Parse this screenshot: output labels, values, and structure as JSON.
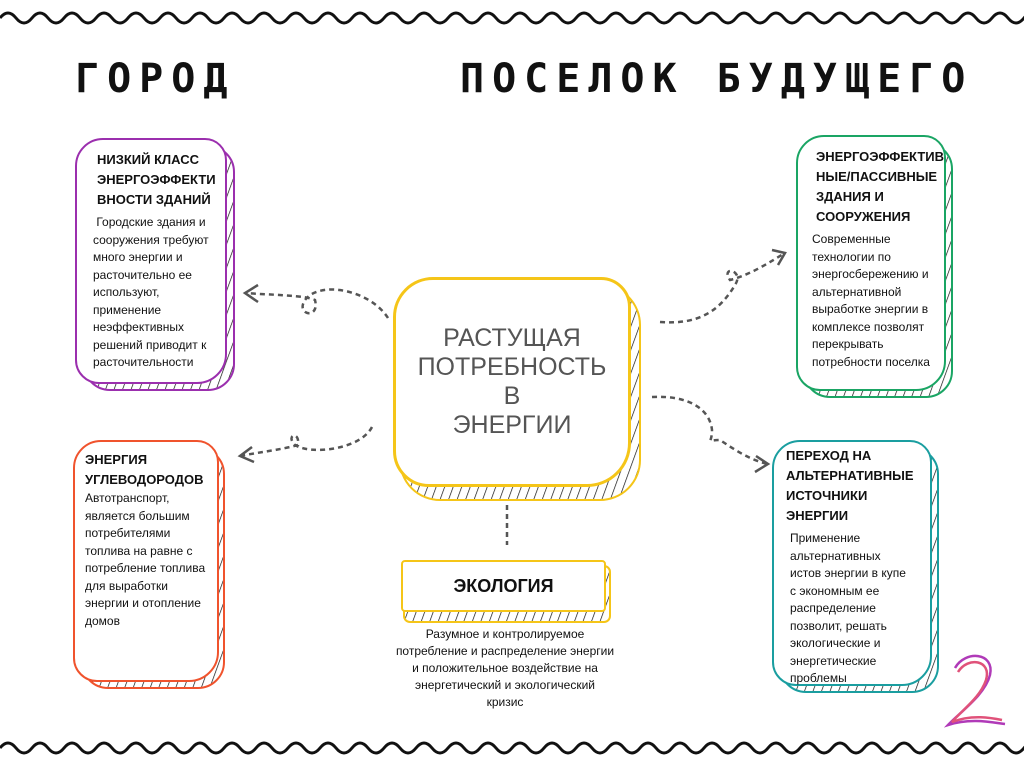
{
  "titles": {
    "left": "ГОРОД",
    "right": "ПОСЕЛОК БУДУЩЕГО"
  },
  "center": {
    "lines": [
      "РАСТУЩАЯ",
      "ПОТРЕБНОСТЬ",
      "В",
      "ЭНЕРГИИ"
    ]
  },
  "boxes": {
    "buildings": {
      "heading": [
        "НИЗКИЙ КЛАСС",
        "ЭНЕРГОЭФФЕКТИ",
        "ВНОСТИ ЗДАНИЙ"
      ],
      "text": [
        " Городские здания и",
        "сооружения требуют",
        "много энергии и",
        "расточительно ее",
        "используют,",
        "применение",
        "неэффективных",
        "решений приводит к",
        "расточительности"
      ]
    },
    "hydrocarbons": {
      "heading": [
        "ЭНЕРГИЯ",
        "УГЛЕВОДОРОДОВ"
      ],
      "text": [
        "Автотранспорт,",
        "является большим",
        "потребителями",
        "топлива на равне с",
        "потребление топлива",
        "для выработки",
        "энергии и отопление",
        "домов"
      ]
    },
    "passive": {
      "heading": [
        "ЭНЕРГОЭФФЕКТИВ",
        "НЫЕ/ПАССИВНЫЕ",
        "ЗДАНИЯ И",
        "СООРУЖЕНИЯ"
      ],
      "text": [
        "Современные",
        "технологии по",
        "энергосбережению и",
        "альтернативной",
        "выработке энергии в",
        "комплексе позволят",
        "перекрывать",
        "потребности поселка"
      ]
    },
    "alternative": {
      "heading": [
        "ПЕРЕХОД НА",
        "АЛЬТЕРНАТИВНЫЕ",
        "ИСТОЧНИКИ",
        "ЭНЕРГИИ"
      ],
      "text": [
        "Применение",
        "альтернативных",
        "истов энергии в купе",
        "с экономным ее",
        "распределение",
        "позволит, решать",
        "экологические и",
        "энергетические",
        "проблемы"
      ]
    },
    "ecology": {
      "heading": "ЭКОЛОГИЯ",
      "text": [
        "Разумное и контролируемое",
        "потребление и распределение энергии",
        "и положительное воздействие на",
        "энергетический и экологический",
        "кризис"
      ]
    }
  },
  "page_number": "2",
  "colors": {
    "purple": "#9b2fae",
    "red": "#f0532d",
    "green": "#1aa564",
    "teal": "#1a9ea0",
    "yellow": "#f5c518"
  }
}
